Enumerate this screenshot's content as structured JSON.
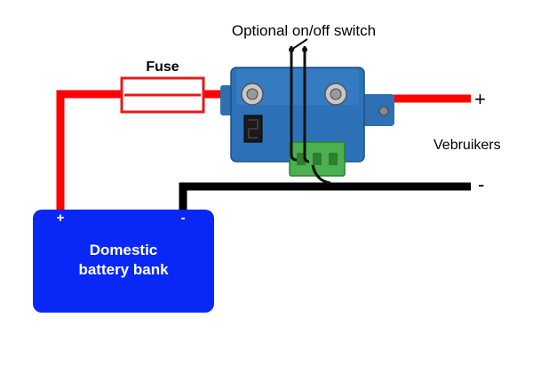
{
  "labels": {
    "switch": "Optional on/off switch",
    "fuse": "Fuse",
    "consumers": "Vebruikers",
    "plus": "+",
    "minus": "-"
  },
  "battery": {
    "line1": "Domestic",
    "line2": "battery bank",
    "plus": "+",
    "minus": "-"
  },
  "colors": {
    "positive_wire": "#ff0000",
    "negative_wire": "#000000",
    "battery": "#0a28f5",
    "device": "#2d72b8",
    "connector": "#4caf50",
    "display": "#1a1a1a"
  }
}
